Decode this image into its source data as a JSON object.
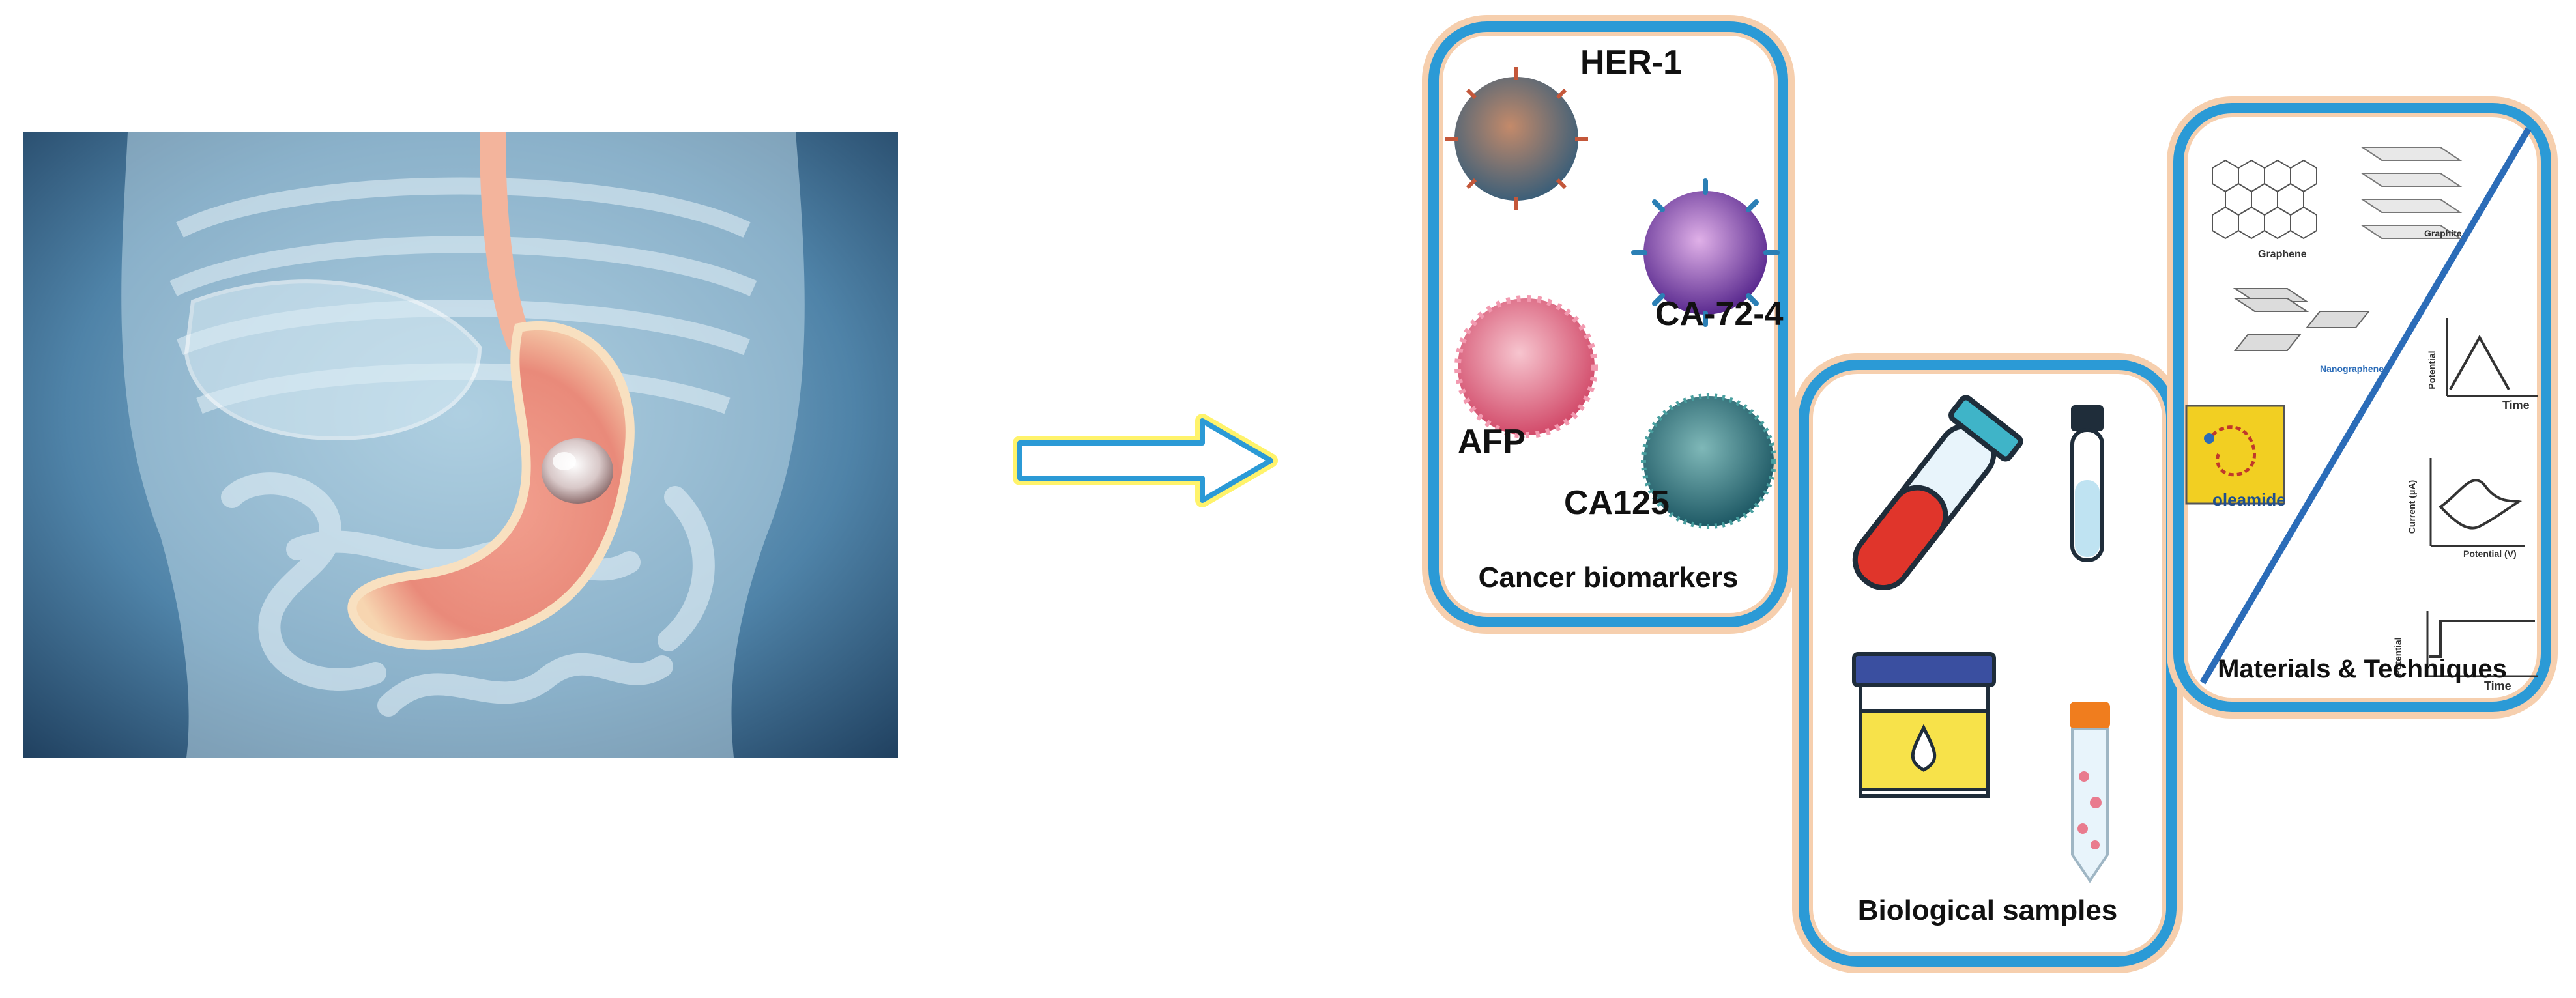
{
  "colors": {
    "panel_border": "#2b9ad6",
    "panel_glow": "#f6cfae",
    "arrow_border": "#2b9ad6",
    "arrow_glow": "#fff36b"
  },
  "biomarkers": {
    "caption": "Cancer biomarkers",
    "her1": "HER-1",
    "ca724": "CA-72-4",
    "afp": "AFP",
    "ca125": "CA125"
  },
  "samples": {
    "caption": "Biological samples"
  },
  "materials": {
    "caption": "Materials & Techniques",
    "graphene": "Graphene",
    "graphite": "Graphite",
    "nanographene": "Nanographene",
    "oleamide": "oleamide",
    "ca_y": "Potential",
    "ca_x": "Time",
    "cv_y": "Current (μA)",
    "cv_x": "Potential (V)",
    "step_y": "Potential",
    "step_x": "Time"
  }
}
